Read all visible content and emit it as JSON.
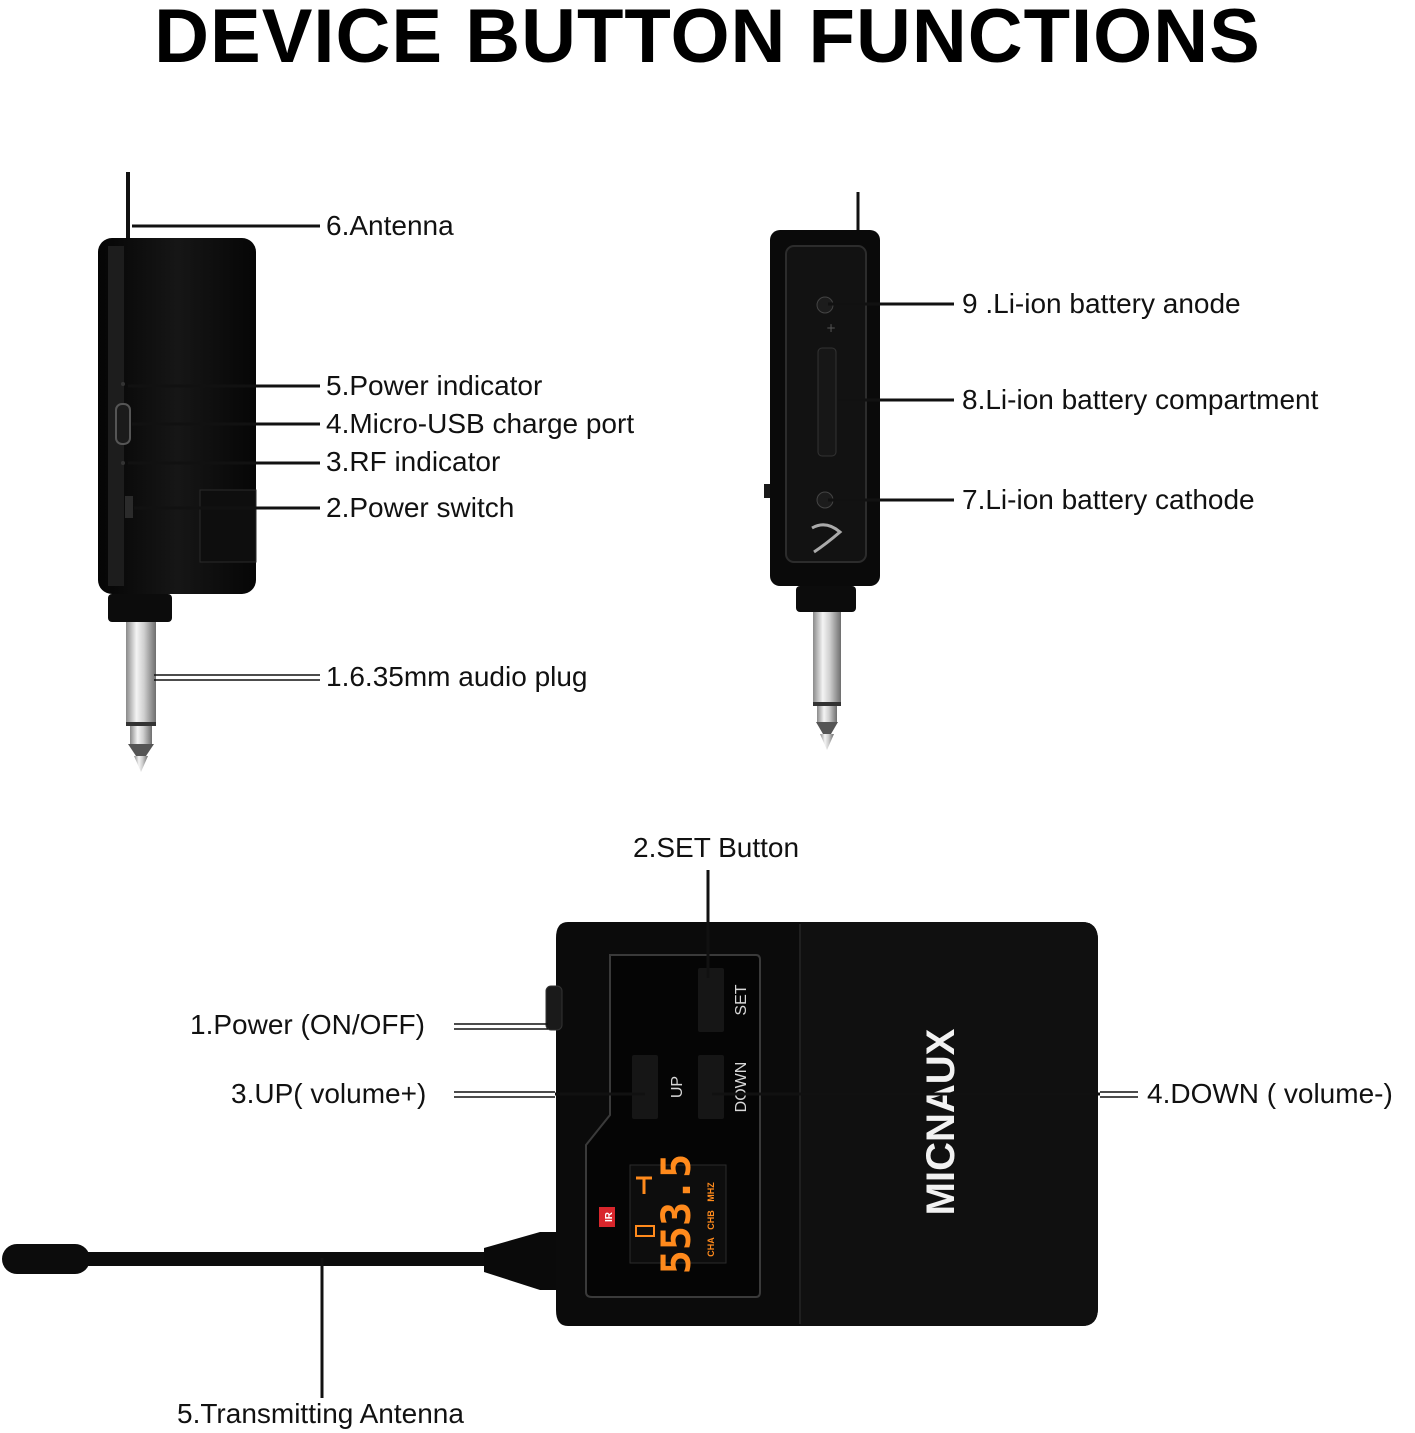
{
  "title": "DEVICE BUTTON FUNCTIONS",
  "receiver_labels": {
    "antenna": "6.Antenna",
    "power_indicator": "5.Power indicator",
    "usb_port": "4.Micro-USB charge port",
    "rf_indicator": "3.RF indicator",
    "power_switch": "2.Power switch",
    "audio_plug": "1.6.35mm audio plug"
  },
  "battery_labels": {
    "anode": "9 .Li-ion battery anode",
    "compartment": "8.Li-ion battery compartment",
    "cathode": "7.Li-ion battery cathode"
  },
  "transmitter_labels": {
    "set_button": "2.SET Button",
    "power": "1.Power (ON/OFF)",
    "up": "3.UP( volume+)",
    "down": "4.DOWN ( volume-)",
    "antenna": "5.Transmitting Antenna"
  },
  "transmitter_device": {
    "brand": "MICNAUX",
    "set_key": "SET",
    "up_key": "UP",
    "down_key": "DOWN",
    "frequency": "553.5",
    "freq_unit": "MHZ",
    "ch_a": "CHA",
    "ch_b": "CHB",
    "ir_badge": "IR"
  },
  "colors": {
    "device_body": "#0b0b0b",
    "lcd_orange": "#ff8a1c",
    "ir_red": "#d8262c"
  }
}
